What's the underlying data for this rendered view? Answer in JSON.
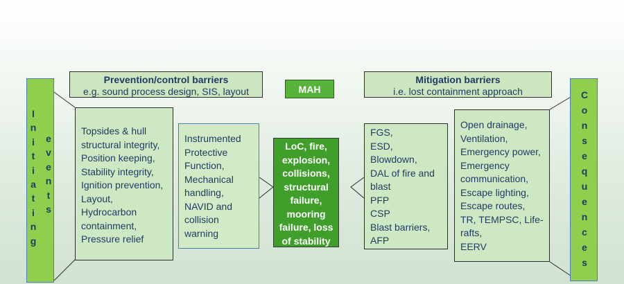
{
  "prevention": {
    "title": "Prevention/control  barriers",
    "subtitle": "e.g. sound process design, SIS, layout"
  },
  "mah": {
    "label": "MAH"
  },
  "mitigation": {
    "title": "Mitigation barriers",
    "subtitle": "i.e. lost containment approach"
  },
  "left_side": {
    "word1": [
      "I",
      "n",
      "i",
      "t",
      "i",
      "a",
      "t",
      "i",
      "n",
      "g"
    ],
    "word2": [
      "e",
      "v",
      "e",
      "n",
      "t",
      "s"
    ]
  },
  "right_side": {
    "word": [
      "C",
      "o",
      "n",
      "s",
      "e",
      "q",
      "u",
      "e",
      "n",
      "c",
      "e",
      "s"
    ]
  },
  "prevention_list": [
    "Topsides & hull",
    "structural integrity,",
    "Position keeping,",
    "Stability integrity,",
    "Ignition prevention,",
    "Layout,",
    "Hydrocarbon",
    "containment,",
    "Pressure relief"
  ],
  "control_list": [
    "Instrumented",
    "Protective",
    "Function,",
    "Mechanical",
    "handling,",
    "NAVID and",
    "collision",
    "warning"
  ],
  "center_list": [
    "LoC, fire,",
    "explosion,",
    "collisions,",
    "structural",
    "failure,",
    "mooring",
    "failure, loss",
    "of stability"
  ],
  "mitigation_list": [
    "FGS,",
    "ESD,",
    "Blowdown,",
    "DAL of fire and",
    "blast",
    "PFP",
    "CSP",
    "Blast barriers,",
    "AFP"
  ],
  "response_list": [
    "Open drainage,",
    "Ventilation,",
    "Emergency power,",
    "Emergency",
    "communication,",
    "Escape lighting,",
    "Escape routes,",
    "TR, TEMPSC, Life-",
    "rafts,",
    "EERV"
  ]
}
